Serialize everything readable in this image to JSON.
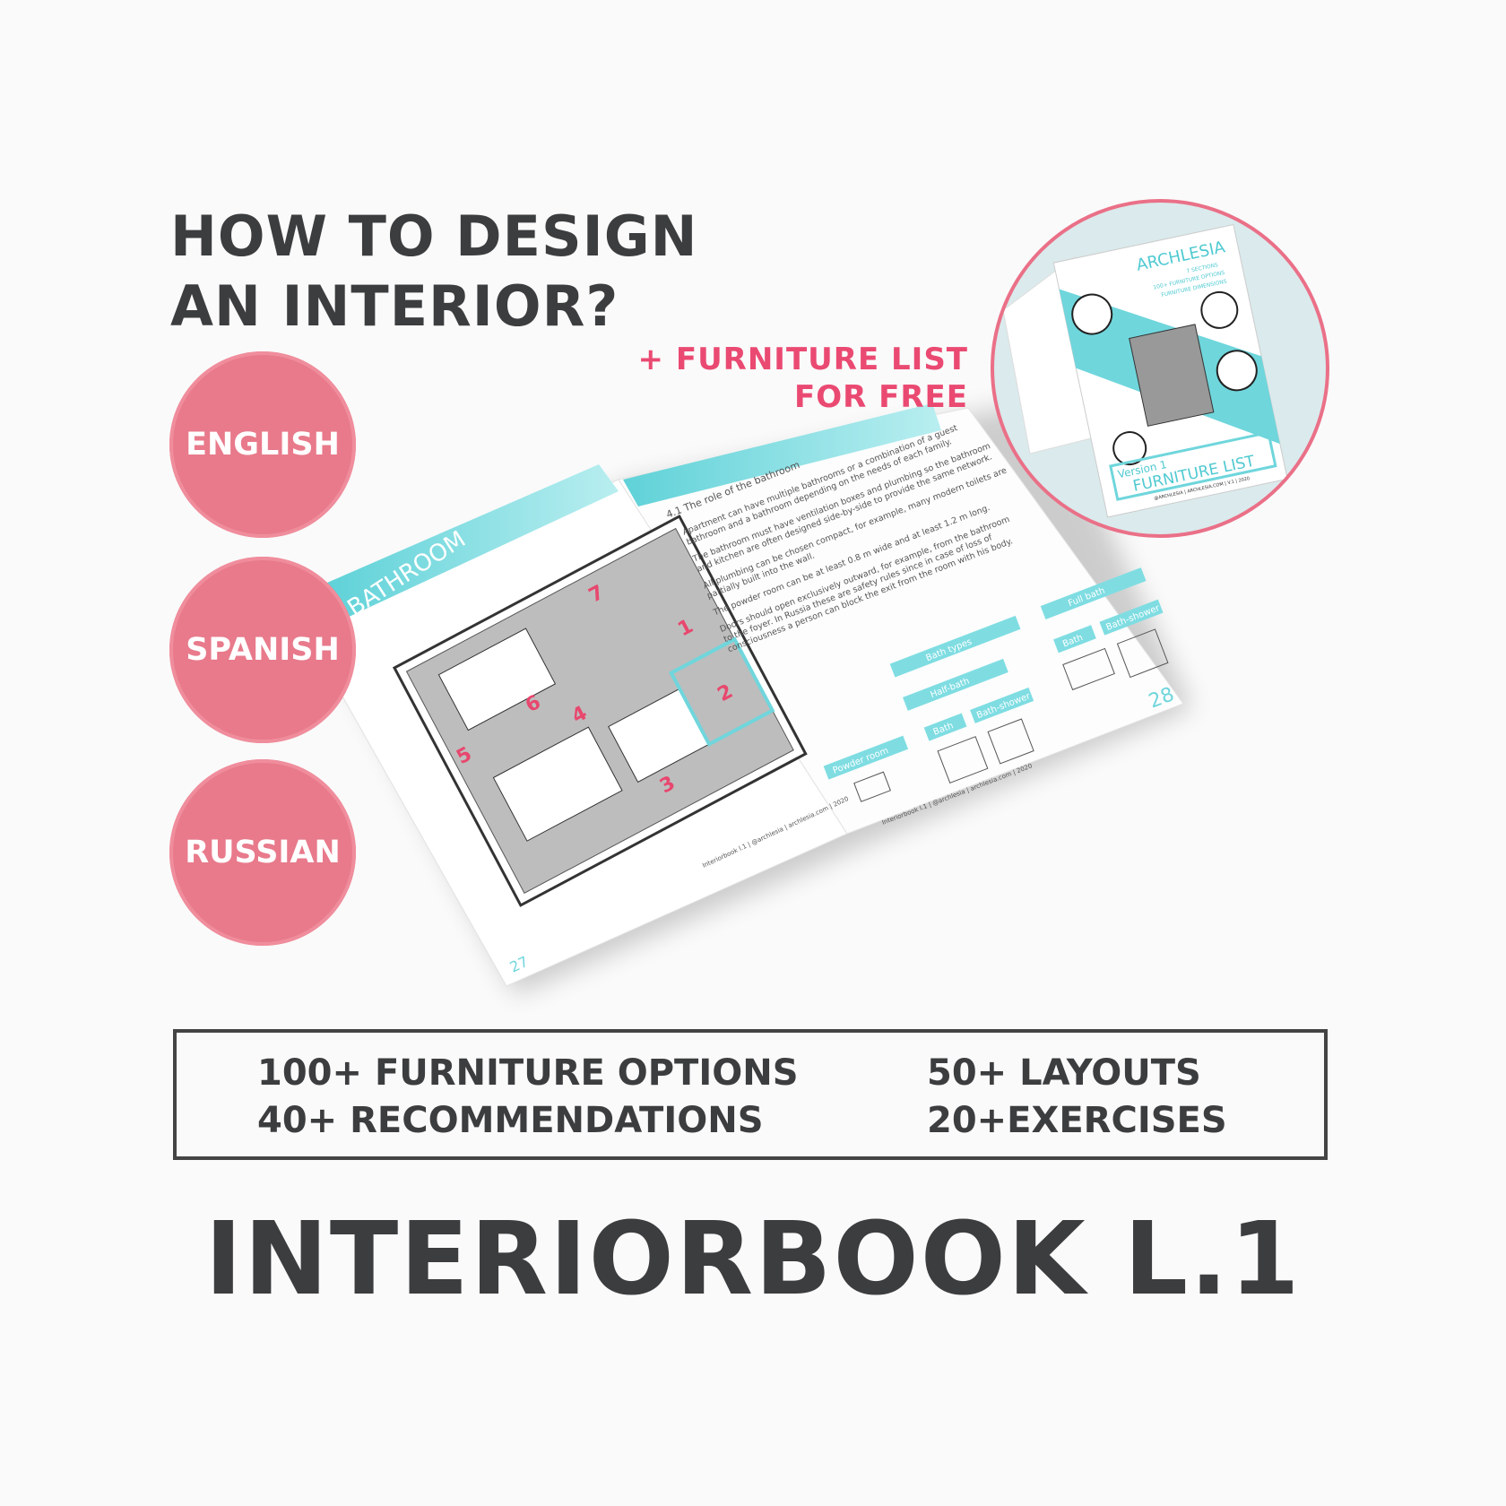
{
  "headline": {
    "line1": "HOW TO DESIGN",
    "line2": "AN INTERIOR?"
  },
  "languages": [
    "ENGLISH",
    "SPANISH",
    "RUSSIAN"
  ],
  "bonus": {
    "line1": "+ FURNITURE LIST",
    "line2": "FOR FREE"
  },
  "bonus_cover": {
    "brand": "ARCHLESIA",
    "sub1": "7 SECTIONS",
    "sub2": "100+ FURNITURE OPTIONS",
    "sub3": "FURNITURE DIMENSIONS",
    "version": "Version 1",
    "title": "FURNITURE LIST",
    "footer": "@ARCHLESIA | ARCHLESIA.COM | V.1 | 2020"
  },
  "book": {
    "chapter_number": "4",
    "chapter_title": "BATHROOM",
    "room_numbers": [
      "1",
      "2",
      "3",
      "4",
      "5",
      "6",
      "7"
    ],
    "left_page_number": "27",
    "right_page_number": "28",
    "section_title": "4.1 The role of the bathroom",
    "paragraphs": [
      "Apartment can have multiple bathrooms or a combination of a guest",
      "bathroom and a bathroom depending on the needs of each family.",
      "The bathroom must have ventilation boxes and plumbing so the bathroom",
      "and kitchen are often designed side-by-side to provide the same network.",
      "All plumbing can be chosen compact, for example, many modern toilets are",
      "partially built into the wall.",
      "The powder room can be at least 0.8 m wide and at least 1.2 m long.",
      "Doors should open exclusively outward, for example, from the bathroom",
      "to the foyer. In Russia these are safety rules since in case of loss of",
      "consciousness a person can block the exit from the room with his body."
    ],
    "diagram": {
      "root": "Bath types",
      "half": "Half-bath",
      "full": "Full bath",
      "powder": "Powder room",
      "half_bath": "Bath",
      "half_shower": "Bath-shower",
      "full_bath": "Bath",
      "full_shower": "Bath-shower"
    },
    "footer": "Interiorbook l.1 | @archlesia | archlesia.com | 2020"
  },
  "features": [
    "100+ FURNITURE OPTIONS",
    "50+ LAYOUTS",
    "40+ RECOMMENDATIONS",
    "20+EXERCISES"
  ],
  "product_name": "INTERIORBOOK L.1",
  "colors": {
    "pink": "#e87a8b",
    "accent_pink": "#ea4a72",
    "teal": "#6fd6dc",
    "dark": "#3c3d3f"
  }
}
